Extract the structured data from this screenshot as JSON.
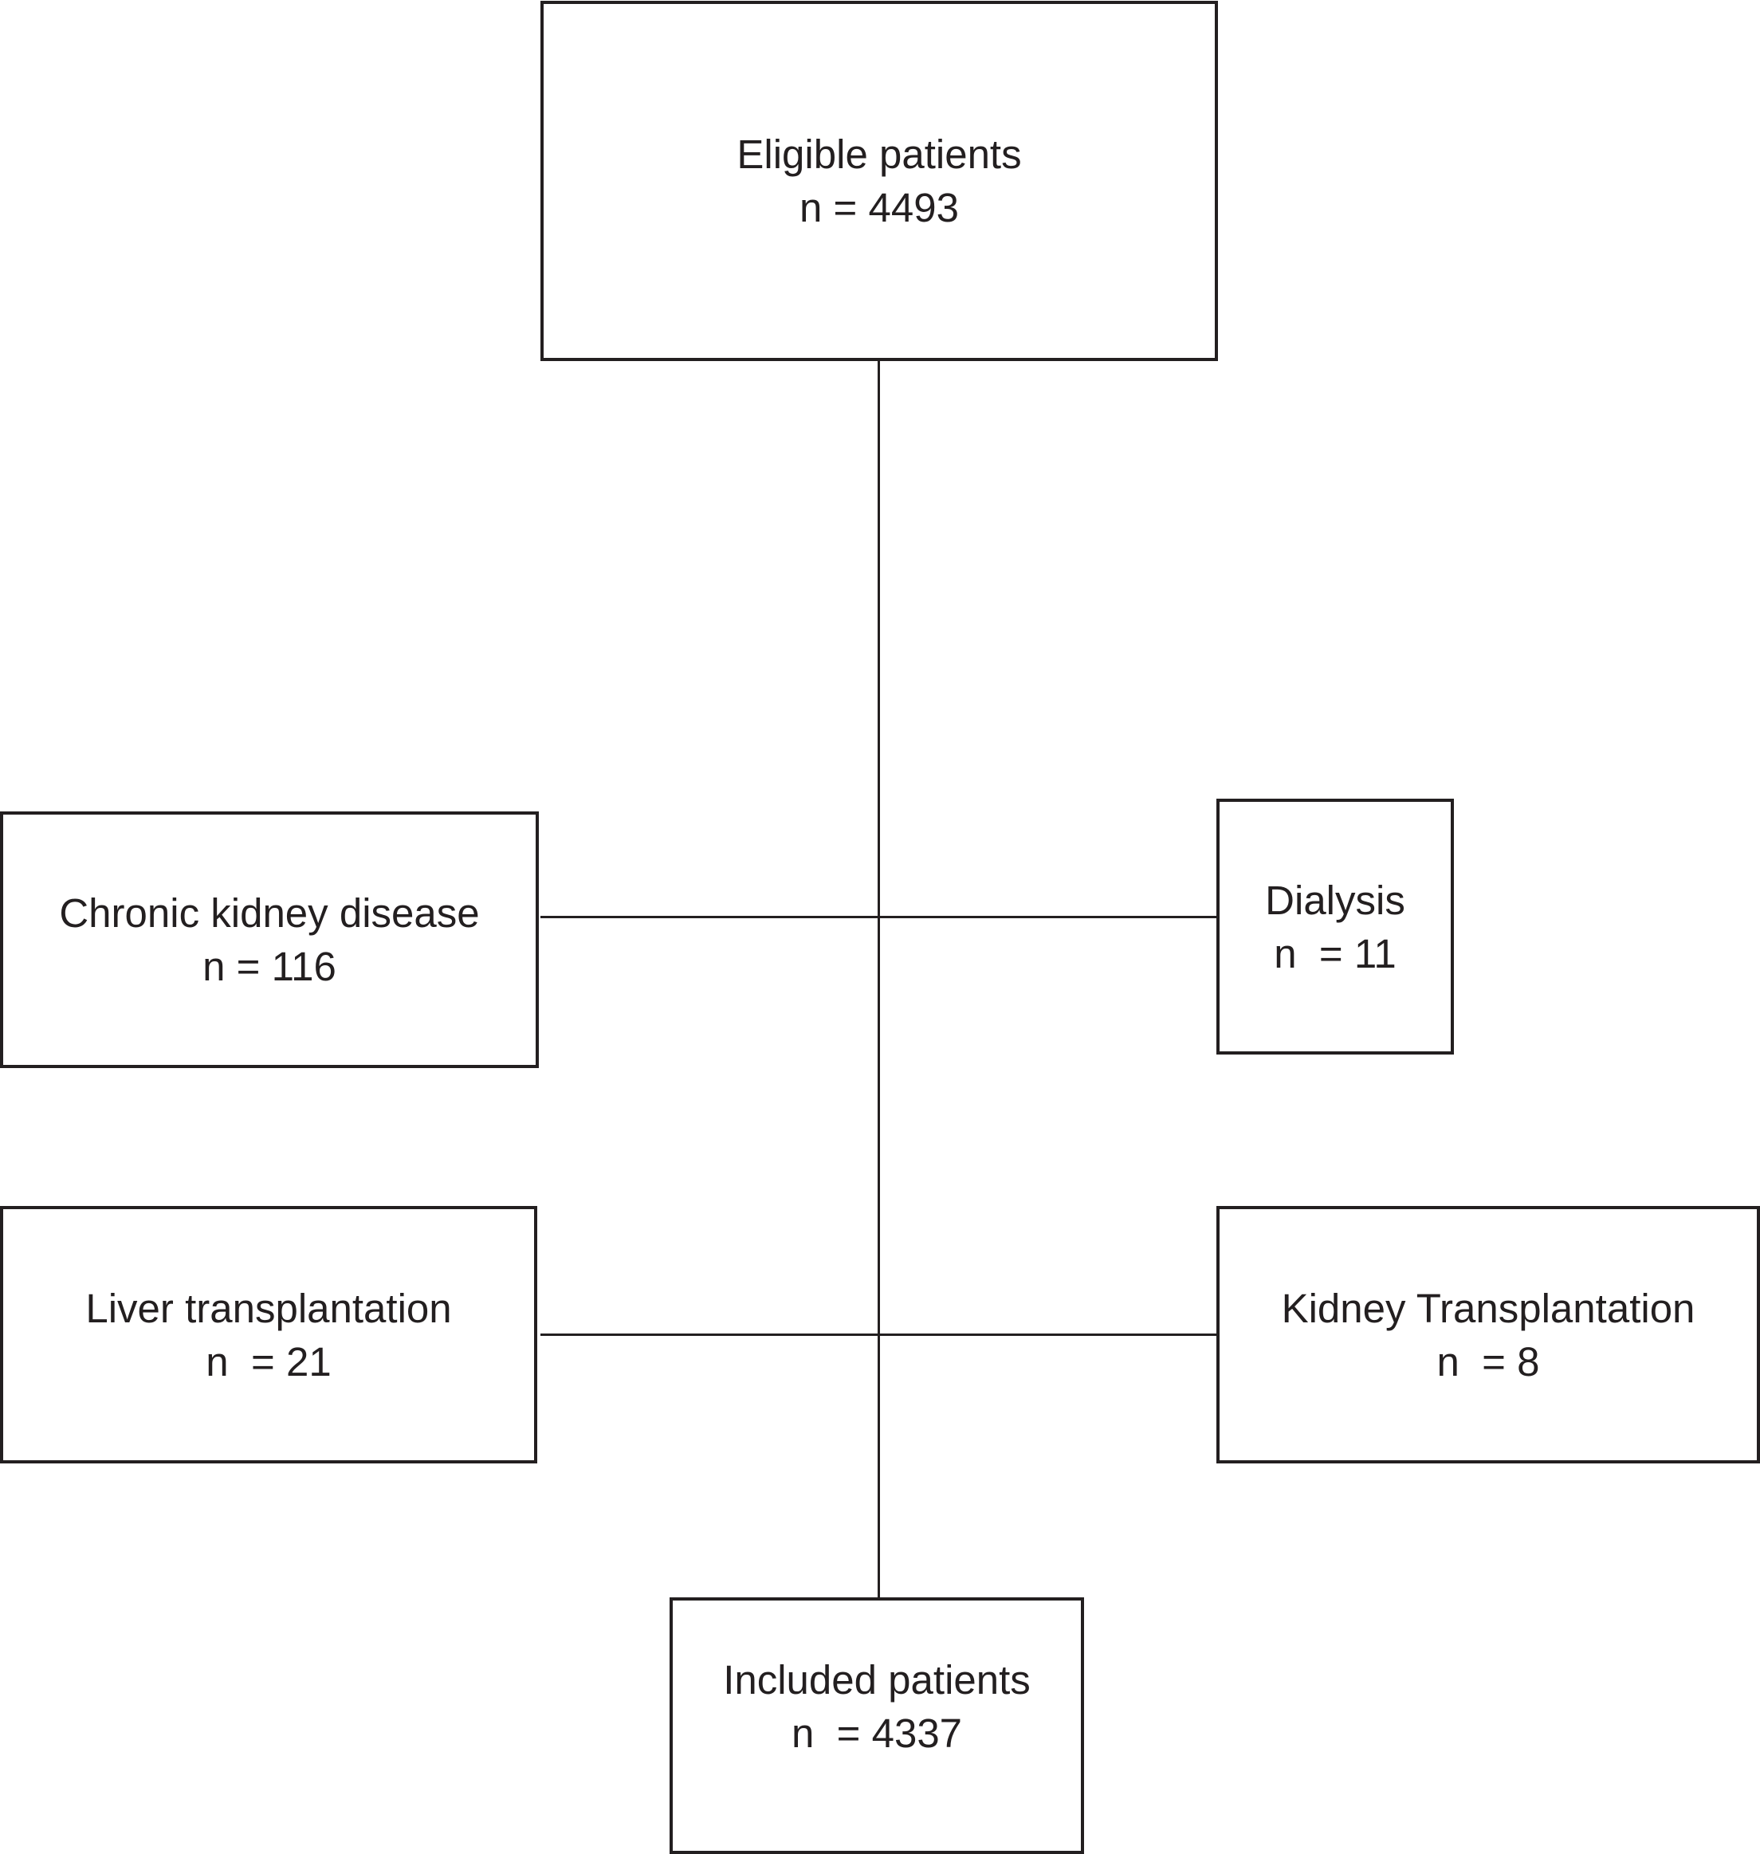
{
  "boxes": {
    "eligible": {
      "label": "Eligible patients",
      "count": "n = 4493"
    },
    "ckd": {
      "label": "Chronic kidney disease",
      "count": "n = 116"
    },
    "dialysis": {
      "label": "Dialysis",
      "count": "n  = 11"
    },
    "liver": {
      "label": "Liver transplantation",
      "count": "n  = 21"
    },
    "kidney_tx": {
      "label": "Kidney Transplantation",
      "count": "n  = 8"
    },
    "included": {
      "label": "Included patients",
      "count": "n  = 4337"
    }
  }
}
